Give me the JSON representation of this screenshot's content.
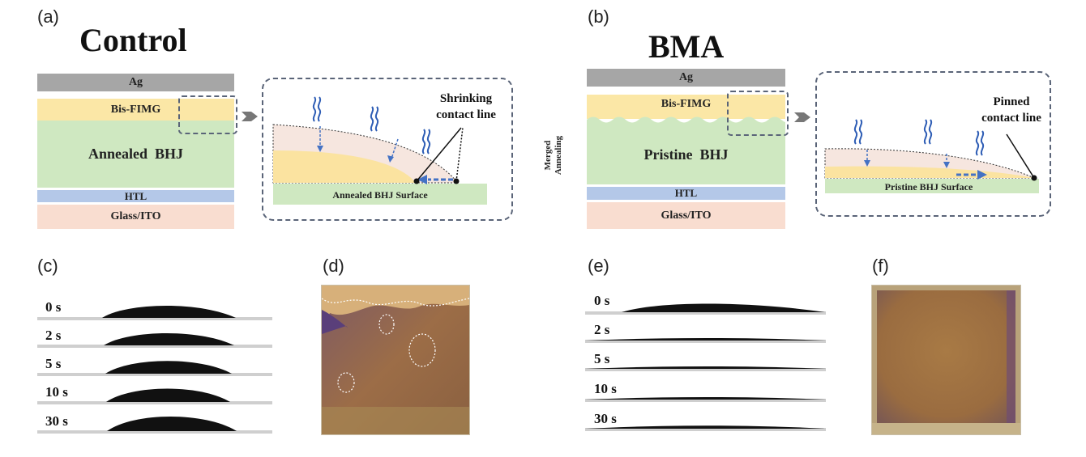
{
  "panels": {
    "a": {
      "letter": "(a)",
      "title": "Control",
      "layers": {
        "ag": "Ag",
        "bis": "Bis-FIMG",
        "bhj": "Annealed  BHJ",
        "htl": "HTL",
        "glass": "Glass/ITO"
      },
      "zoom": {
        "annotation_line1": "Shrinking",
        "annotation_line2": "contact line",
        "surface": "Annealed BHJ Surface"
      }
    },
    "b": {
      "letter": "(b)",
      "title": "BMA",
      "side_label_line1": "Merged",
      "side_label_line2": "Annealing",
      "layers": {
        "ag": "Ag",
        "bis": "Bis-FIMG",
        "bhj": "Pristine  BHJ",
        "htl": "HTL",
        "glass": "Glass/ITO"
      },
      "zoom": {
        "annotation_line1": "Pinned",
        "annotation_line2": "contact line",
        "surface": "Pristine BHJ Surface"
      }
    },
    "c": {
      "letter": "(c)",
      "frames": [
        "0 s",
        "2 s",
        "5 s",
        "10 s",
        "30 s"
      ]
    },
    "d": {
      "letter": "(d)"
    },
    "e": {
      "letter": "(e)",
      "frames": [
        "0 s",
        "2 s",
        "5 s",
        "10 s",
        "30 s"
      ]
    },
    "f": {
      "letter": "(f)"
    }
  },
  "colors": {
    "ag": "#a6a6a6",
    "bis": "#fbe7a6",
    "bhj": "#cfe8c1",
    "htl": "#b4c8e8",
    "glass": "#f9ddd0",
    "arrow_blue": "#4472c4",
    "heat_wave": "#2e5db5",
    "film_orange": "#b3783c",
    "film_purple": "#6b4a8e"
  }
}
